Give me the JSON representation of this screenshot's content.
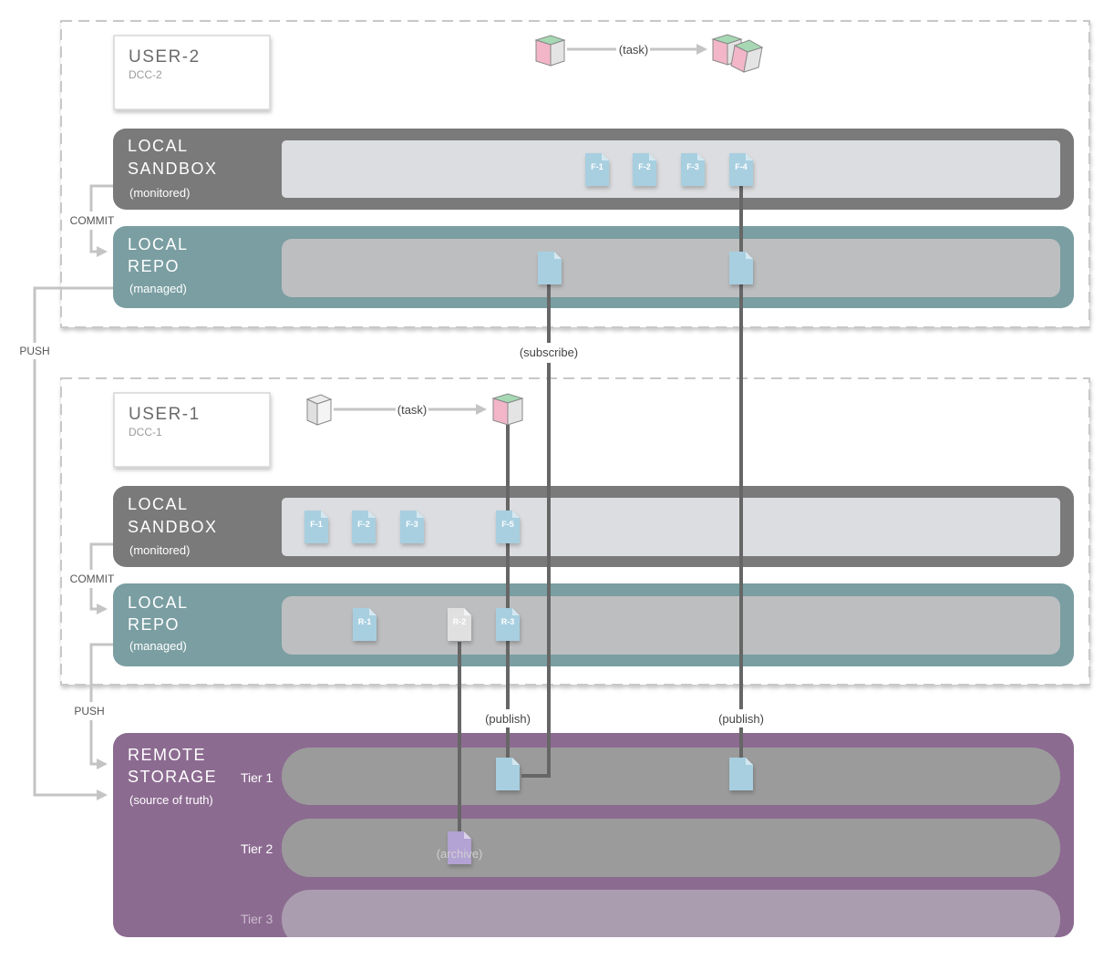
{
  "users": [
    {
      "title": "USER-2",
      "subtitle": "DCC-2",
      "task_label": "(task)",
      "sandbox": {
        "title_line1": "LOCAL",
        "title_line2": "SANDBOX",
        "note": "(monitored)",
        "files": [
          "F-1",
          "F-2",
          "F-3",
          "F-4"
        ]
      },
      "repo": {
        "title_line1": "LOCAL",
        "title_line2": "REPO",
        "note": "(managed)"
      },
      "commit_label": "COMMIT"
    },
    {
      "title": "USER-1",
      "subtitle": "DCC-1",
      "task_label": "(task)",
      "sandbox": {
        "title_line1": "LOCAL",
        "title_line2": "SANDBOX",
        "note": "(monitored)",
        "files": [
          "F-1",
          "F-2",
          "F-3",
          "F-5"
        ]
      },
      "repo": {
        "title_line1": "LOCAL",
        "title_line2": "REPO",
        "note": "(managed)",
        "files": [
          "R-1",
          "R-2",
          "R-3"
        ]
      },
      "commit_label": "COMMIT"
    }
  ],
  "push_labels": [
    "PUSH",
    "PUSH"
  ],
  "flow_labels": {
    "subscribe": "(subscribe)",
    "publish_1": "(publish)",
    "publish_2": "(publish)",
    "archive": "(archive)"
  },
  "remote": {
    "title_line1": "REMOTE",
    "title_line2": "STORAGE",
    "note": "(source of truth)",
    "tiers": [
      "Tier 1",
      "Tier 2",
      "Tier 3"
    ]
  },
  "colors": {
    "sandbox": "#7a7a7a",
    "repo": "#7a9ea2",
    "remote": "#8c6b91",
    "file": "#a8cfe0",
    "file_inactive": "#e0e0e0",
    "file_archive": "#b3a2d4",
    "flow": "#666666",
    "edge": "#c4c4c4"
  }
}
